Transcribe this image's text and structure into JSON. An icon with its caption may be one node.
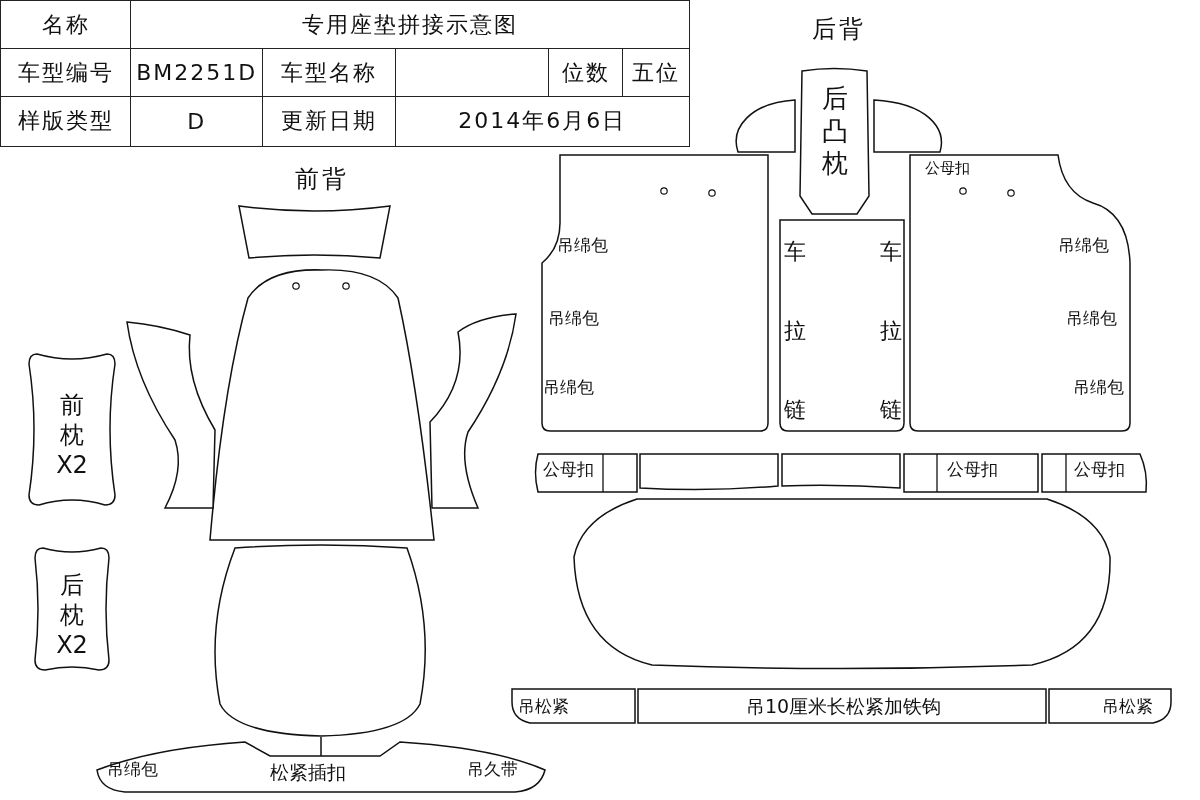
{
  "diagram": {
    "nodes": [
      {
        "text": [
          "后凸枕"
        ]
      },
      {
        "text": [],
        "shape": "box"
      },
      {
        "text": [],
        "shape": "box"
      },
      {
        "text": [],
        "shape": "box",
        "beside": [
          "前背"
        ]
      },
      {
        "text": [
          "吊绵包",
          "吊绵包",
          "吊绵包"
        ]
      },
      {
        "text": [],
        "shape": "box"
      },
      {
        "text": [
          "公母扣",
          "吊绵包",
          "吊绵包",
          "吊绵包"
        ]
      },
      {
        "text": [],
        "shape": "box"
      },
      {
        "text": [],
        "shape": "box"
      },
      {
        "text": [],
        "shape": "box"
      },
      {
        "text": [
          "前枕X2"
        ]
      },
      {
        "text": [
          "公母扣"
        ]
      },
      {
        "text": [],
        "shape": "box"
      },
      {
        "text": [],
        "shape": "box"
      },
      {
        "text": [
          "公母扣"
        ]
      },
      {
        "text": [
          "公母扣"
        ]
      },
      {
        "text": [],
        "shape": "box"
      },
      {
        "text": [],
        "shape": "box"
      },
      {
        "text": [
          "后枕X2"
        ]
      },
      {
        "text": [
          "吊松紧"
        ]
      },
      {
        "text": [
          "吊10厘米长松紧加铁钩"
        ]
      },
      {
        "text": [
          "吊松紧"
        ]
      },
      {
        "text": [
          "吊绵包",
          "松紧插扣",
          "吊久带"
        ]
      }
    ],
    "edges": [
      {
        "from": 17,
        "to": 22,
        "arrow": "none"
      }
    ],
    "labels": [
      "名称",
      "专用座垫拼接示意图",
      "车型编号",
      "BM2251D",
      "车型名称",
      "位数",
      "五位",
      "样版类型",
      "D",
      "更新日期",
      "2014年6月6日",
      "后背",
      "车拉链",
      "车拉链"
    ]
  }
}
